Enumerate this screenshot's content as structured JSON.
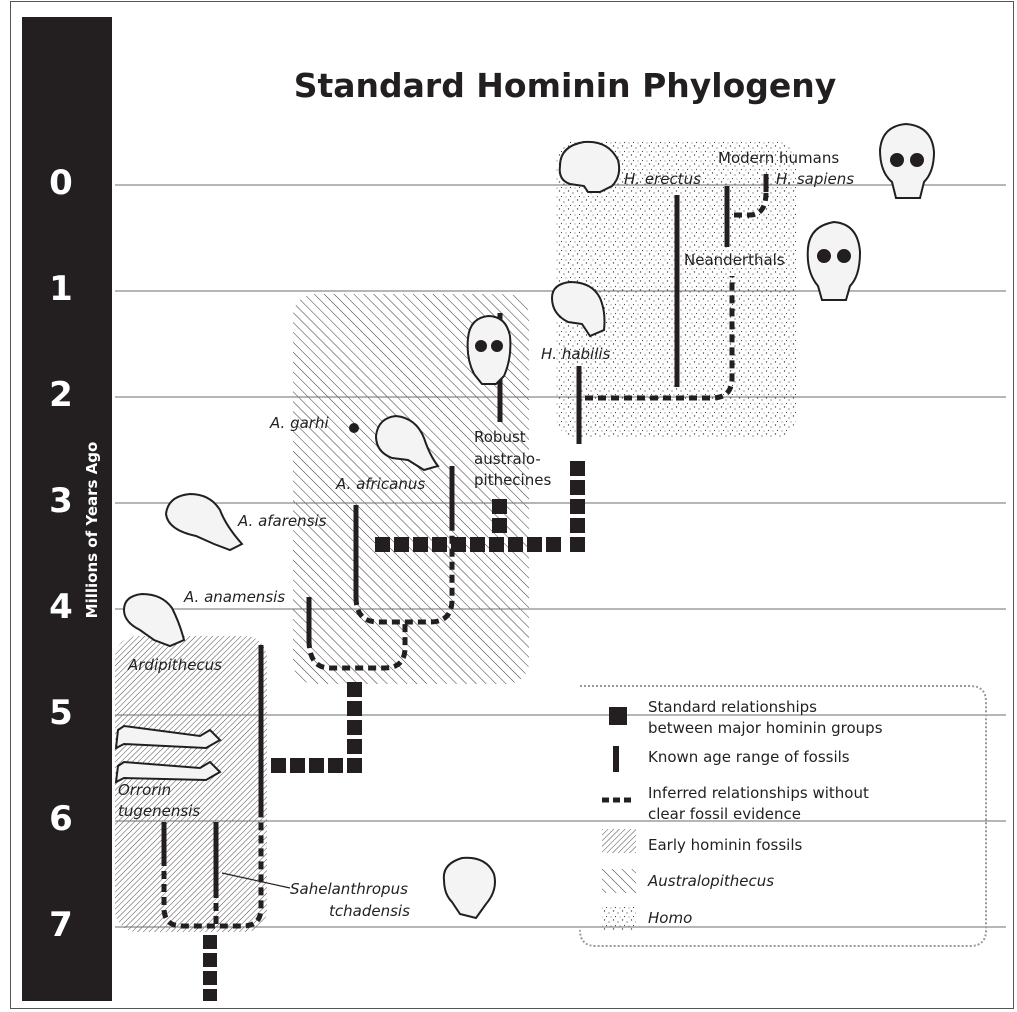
{
  "title": "Standard Hominin Phylogeny",
  "axis": {
    "label": "Millions of Years Ago",
    "ticks": [
      "0",
      "1",
      "2",
      "3",
      "4",
      "5",
      "6",
      "7"
    ]
  },
  "taxa": {
    "h_erectus": "H. erectus",
    "modern_humans": "Modern humans",
    "h_sapiens": "H. sapiens",
    "neanderthals": "Neanderthals",
    "h_habilis": "H. habilis",
    "a_garhi": "A. garhi",
    "robust_1": "Robust",
    "robust_2": "australo-",
    "robust_3": "pithecines",
    "a_africanus": "A. africanus",
    "a_afarensis": "A. afarensis",
    "a_anamensis": "A. anamensis",
    "ardipithecus": "Ardipithecus",
    "orrorin_1": "Orrorin",
    "orrorin_2": "tugenensis",
    "sahel_1": "Sahelanthropus",
    "sahel_2": "tchadensis"
  },
  "legend": {
    "standard_1": "Standard relationships",
    "standard_2": "between major hominin groups",
    "known_range": "Known age range of fossils",
    "inferred_1": "Inferred relationships without",
    "inferred_2": "clear fossil evidence",
    "early": "Early hominin fossils",
    "australopithecus": "Australopithecus",
    "homo": "Homo"
  },
  "colors": {
    "ink": "#231f20",
    "gridline": "#6d6e71",
    "background": "#ffffff"
  }
}
